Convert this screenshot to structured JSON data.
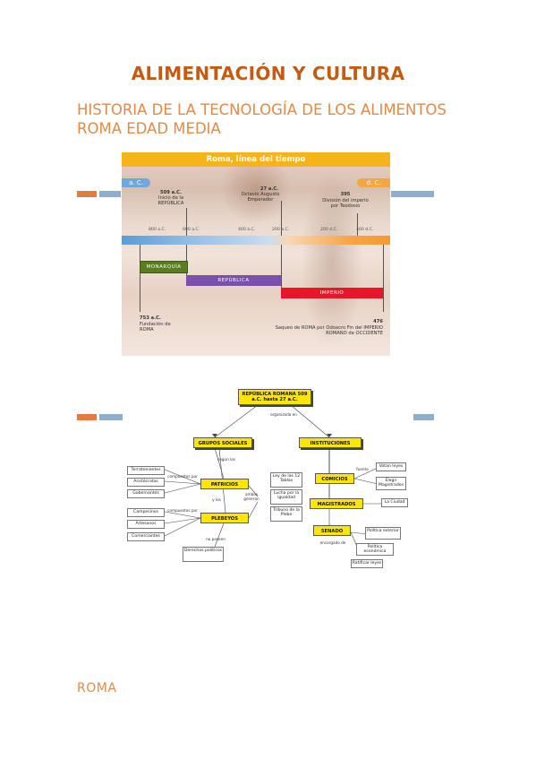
{
  "document": {
    "title": "ALIMENTACIÓN Y CULTURA",
    "subtitle": "HISTORIA DE LA TECNOLOGÍA DE LOS ALIMENTOS ROMA EDAD MEDIA",
    "footer": "ROMA"
  },
  "colors": {
    "title": "#c55a11",
    "subtitle": "#e08a4a",
    "bar_orange": "#e07b44",
    "bar_blue": "#8eadcf"
  },
  "timeline": {
    "banner": "Roma, línea del tiempo",
    "ac": "a. C.",
    "dc": "d. C.",
    "events_top": [
      {
        "date": "509 a.C.",
        "text": "Inicio de la REPÚBLICA"
      },
      {
        "date": "27 a.C.",
        "text": "Octavio Augusto Emperador"
      },
      {
        "date": "395",
        "text": "División del imperio por Teodosio"
      }
    ],
    "ticks": [
      "800 a.C.",
      "600 a.C.",
      "400 a.C.",
      "200 a.C.",
      "",
      "200 d.C.",
      "400 d.C."
    ],
    "periods": [
      "MONARQUÍA",
      "REPÚBLICA",
      "IMPERIO"
    ],
    "events_bottom": [
      {
        "date": "753 a.C.",
        "text": "Fundación de ROMA"
      },
      {
        "date": "476",
        "text": "Saqueo de ROMA por Odoacro Fin del IMPERIO ROMANO de OCCIDENTE"
      }
    ]
  },
  "concept_map": {
    "root": "REPÚBLICA ROMANA 509 a.C. hasta 27 a.C.",
    "root_link": "organizada en",
    "grupos": "GRUPOS SOCIALES",
    "instituciones": "INSTITUCIONES",
    "link_ellos": "según los",
    "patricios": "PATRICIOS",
    "plebeyos": "PLEBEYOS",
    "link_compuestos_1": "compuestos por",
    "link_compuestos_2": "compuestos por",
    "link_ellos2": "y los",
    "patricios_members": [
      "Terratenientes",
      "Aristócratas",
      "Gobernantes"
    ],
    "plebeyos_members": [
      "Campesinos",
      "Artesanos",
      "Comerciantes"
    ],
    "link_ambos": "ambos generan",
    "ambos_items": [
      "Ley de las 12 Tablas",
      "Lucha por la igualdad",
      "Tribuno de la Plebe"
    ],
    "link_no_poseen": "no poseen",
    "derechos": "Derechos políticos",
    "comicios": "COMICIOS",
    "magistrados": "MAGISTRADOS",
    "senado": "SENADO",
    "comicios_link": "fuente",
    "comicios_items": [
      "Votan leyes",
      "Elegir Magistrados"
    ],
    "magistrados_link": "",
    "magistrados_item": "La Ciudad",
    "senado_link": "encargado de",
    "senado_items": [
      "Política exterior",
      "Política económica",
      "Ratificar leyes"
    ]
  }
}
